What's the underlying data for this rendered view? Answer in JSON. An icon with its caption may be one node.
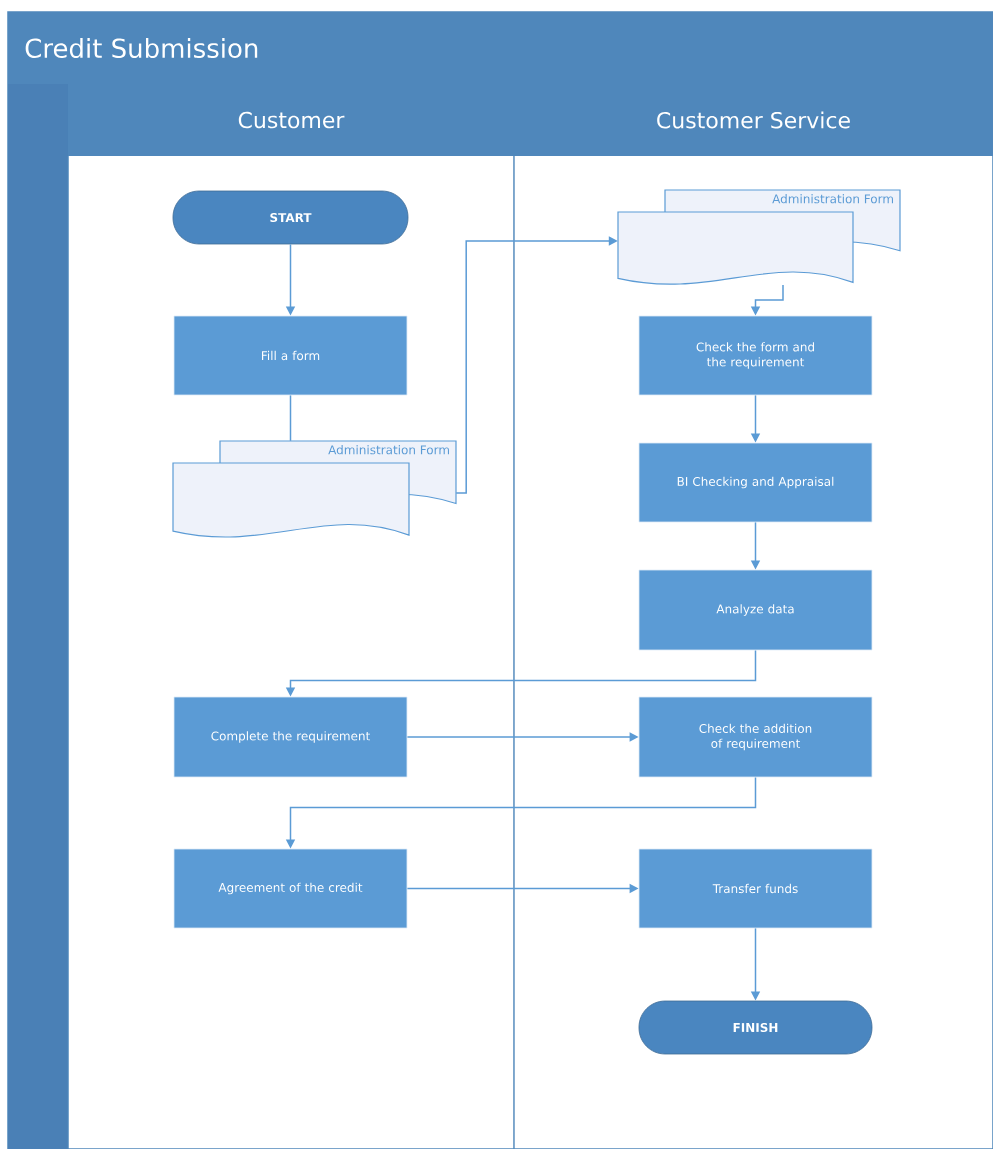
{
  "diagram": {
    "title": "Credit Submission",
    "nodes": [
      {
        "text": [
          "Customer"
        ]
      },
      {
        "text": [
          "Customer Service"
        ]
      },
      {
        "text": [
          "START"
        ],
        "in": 0
      },
      {
        "text": [
          "Fill a form"
        ],
        "in": 0
      },
      {
        "text": [
          "Administration Form"
        ],
        "in": 0
      },
      {
        "text": [
          "Administration Form"
        ],
        "in": 1
      },
      {
        "text": [
          "Check the form and the requirement"
        ],
        "in": 1
      },
      {
        "text": [
          "BI Checking and Appraisal"
        ],
        "in": 1
      },
      {
        "text": [
          "Analyze data"
        ],
        "in": 1
      },
      {
        "text": [
          "Complete the requirement"
        ],
        "in": 0
      },
      {
        "text": [
          "Check the addition of requirement"
        ],
        "in": 1
      },
      {
        "text": [
          "Agreement of the credit"
        ],
        "in": 0
      },
      {
        "text": [
          "Transfer funds"
        ],
        "in": 1
      },
      {
        "text": [
          "FINISH"
        ],
        "in": 1
      }
    ],
    "edges": [
      {
        "from": 2,
        "to": 3,
        "arrow": "to"
      },
      {
        "from": 3,
        "to": 4,
        "arrow": "none"
      },
      {
        "from": 4,
        "to": 5,
        "arrow": "to"
      },
      {
        "from": 5,
        "to": 6,
        "arrow": "to"
      },
      {
        "from": 6,
        "to": 7,
        "arrow": "to"
      },
      {
        "from": 7,
        "to": 8,
        "arrow": "to"
      },
      {
        "from": 8,
        "to": 9,
        "arrow": "to"
      },
      {
        "from": 9,
        "to": 10,
        "arrow": "to"
      },
      {
        "from": 10,
        "to": 11,
        "arrow": "to"
      },
      {
        "from": 11,
        "to": 12,
        "arrow": "to"
      },
      {
        "from": 12,
        "to": 13,
        "arrow": "to"
      }
    ]
  }
}
